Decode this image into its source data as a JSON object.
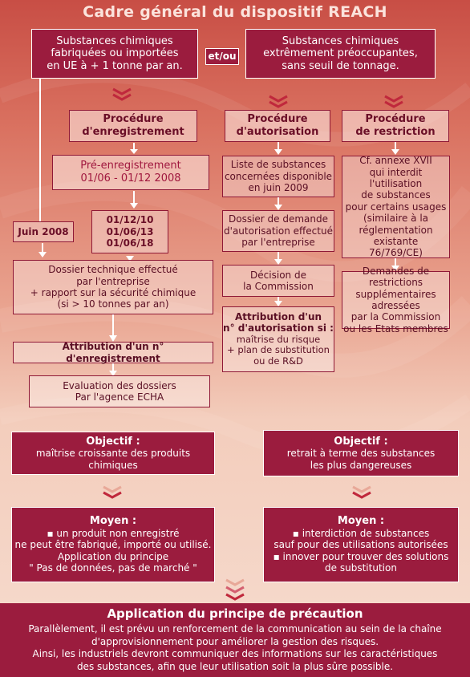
{
  "title": "Cadre général du dispositif REACH",
  "top_left": [
    "Substances chimiques",
    "fabriquées ou importées",
    "en UE à + 1 tonne par an."
  ],
  "connector": "et/ou",
  "top_right": [
    "Substances chimiques",
    "extrêmement préoccupantes,",
    "sans seuil de tonnage."
  ],
  "col_enregistrement": {
    "header": [
      "Procédure",
      "d'enregistrement"
    ],
    "pre": [
      "Pré-enregistrement",
      "01/06 - 01/12 2008"
    ],
    "juin": "Juin 2008",
    "dates": [
      "01/12/10",
      "01/06/13",
      "01/06/18"
    ],
    "dossier": [
      "Dossier technique effectué",
      "par l'entreprise",
      "+ rapport sur la sécurité chimique",
      "(si > 10 tonnes par an)"
    ],
    "attribution": "Attribution d'un n° d'enregistrement",
    "evaluation": [
      "Evaluation des dossiers",
      "Par l'agence ECHA"
    ]
  },
  "col_autorisation": {
    "header": [
      "Procédure",
      "d'autorisation"
    ],
    "liste": [
      "Liste de substances",
      "concernées disponible",
      "en juin 2009"
    ],
    "dossier": [
      "Dossier de demande",
      "d'autorisation effectué",
      "par l'entreprise"
    ],
    "decision": [
      "Décision de",
      "la Commission"
    ],
    "attribution_bold": [
      "Attribution d'un",
      "n° d'autorisation si :"
    ],
    "attribution_rest": [
      "maîtrise du risque",
      "+ plan de substitution",
      "ou de R&D"
    ]
  },
  "col_restriction": {
    "header": [
      "Procédure",
      "de restriction"
    ],
    "annexe": [
      "Cf. annexe XVII",
      "qui interdit l'utilisation",
      "de substances",
      "pour certains usages",
      "(similaire à la",
      "réglementation existante",
      "76/769/CE)"
    ],
    "demandes": [
      "Demandes de restrictions",
      "supplémentaires adressées",
      "par la Commission",
      "ou les Etats membres"
    ]
  },
  "objectif_left": {
    "title": "Objectif :",
    "text": "maîtrise croissante des produits chimiques"
  },
  "objectif_right": {
    "title": "Objectif :",
    "lines": [
      "retrait à terme des substances",
      "les plus dangereuses"
    ]
  },
  "moyen_left": {
    "title": "Moyen :",
    "lines": [
      "▪ un produit non enregistré",
      "ne peut être fabriqué, importé ou utilisé.",
      "Application du principe",
      "\" Pas de données, pas de marché \""
    ]
  },
  "moyen_right": {
    "title": "Moyen :",
    "lines": [
      "▪ interdiction de substances",
      "sauf pour des utilisations autorisées",
      "▪ innover pour trouver des solutions",
      "de substitution"
    ]
  },
  "footer": {
    "title": "Application du principe de précaution",
    "lines": [
      "Parallèlement, il est prévu un renforcement de la communication au sein de la chaîne",
      "d'approvisionnement pour améliorer la gestion des risques.",
      "Ainsi, les industriels devront communiquer des informations sur les caractéristiques",
      "des substances, afin que leur utilisation soit la plus sûre possible."
    ]
  },
  "colors": {
    "primary": "#9b1c3e",
    "chevron": "#c0283c",
    "chevron_light": "#e8a898"
  }
}
